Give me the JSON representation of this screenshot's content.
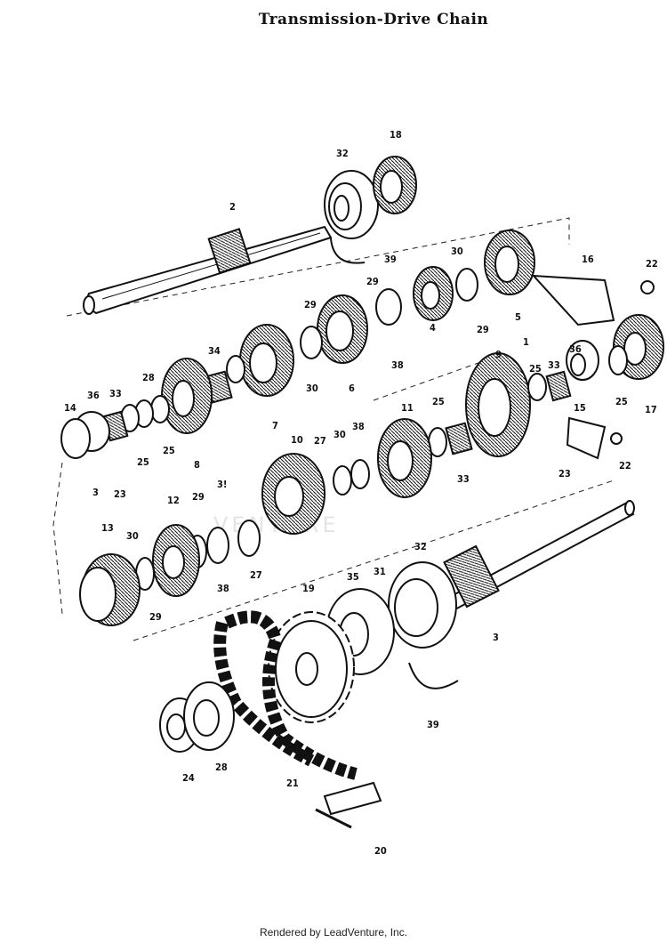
{
  "title": "Transmission-Drive Chain",
  "footer": "Rendered by LeadVenture, Inc.",
  "watermark": "VENTURE",
  "callouts": [
    {
      "id": "c-18a",
      "text": "18"
    },
    {
      "id": "c-32a",
      "text": "32"
    },
    {
      "id": "c-2",
      "text": "2"
    },
    {
      "id": "c-39a",
      "text": "39"
    },
    {
      "id": "c-30a",
      "text": "30"
    },
    {
      "id": "c-29a",
      "text": "29"
    },
    {
      "id": "c-16",
      "text": "16"
    },
    {
      "id": "c-22a",
      "text": "22"
    },
    {
      "id": "c-29b",
      "text": "29"
    },
    {
      "id": "c-34",
      "text": "34"
    },
    {
      "id": "c-5",
      "text": "5"
    },
    {
      "id": "c-36a",
      "text": "36"
    },
    {
      "id": "c-33a",
      "text": "33"
    },
    {
      "id": "c-28a",
      "text": "28"
    },
    {
      "id": "c-14",
      "text": "14"
    },
    {
      "id": "c-25a",
      "text": "25"
    },
    {
      "id": "c-25b",
      "text": "25"
    },
    {
      "id": "c-8",
      "text": "8"
    },
    {
      "id": "c-7",
      "text": "7"
    },
    {
      "id": "c-30b",
      "text": "30"
    },
    {
      "id": "c-6",
      "text": "6"
    },
    {
      "id": "c-38a",
      "text": "38"
    },
    {
      "id": "c-4",
      "text": "4"
    },
    {
      "id": "c-29c",
      "text": "29"
    },
    {
      "id": "c-1",
      "text": "1"
    },
    {
      "id": "c-9",
      "text": "9"
    },
    {
      "id": "c-25c",
      "text": "25"
    },
    {
      "id": "c-33b",
      "text": "33"
    },
    {
      "id": "c-36b",
      "text": "36"
    },
    {
      "id": "c-25d",
      "text": "25"
    },
    {
      "id": "c-17",
      "text": "17"
    },
    {
      "id": "c-15",
      "text": "15"
    },
    {
      "id": "c-25e",
      "text": "25"
    },
    {
      "id": "c-11",
      "text": "11"
    },
    {
      "id": "c-10",
      "text": "10"
    },
    {
      "id": "c-27a",
      "text": "27"
    },
    {
      "id": "c-30c",
      "text": "30"
    },
    {
      "id": "c-38b",
      "text": "38"
    },
    {
      "id": "c-33c",
      "text": "33"
    },
    {
      "id": "c-23a",
      "text": "23"
    },
    {
      "id": "c-22b",
      "text": "22"
    },
    {
      "id": "c-3a",
      "text": "3"
    },
    {
      "id": "c-23b",
      "text": "23"
    },
    {
      "id": "c-12",
      "text": "12"
    },
    {
      "id": "c-29d",
      "text": "29"
    },
    {
      "id": "c-38c",
      "text": "3!"
    },
    {
      "id": "c-13",
      "text": "13"
    },
    {
      "id": "c-30d",
      "text": "30"
    },
    {
      "id": "c-32b",
      "text": "32"
    },
    {
      "id": "c-27b",
      "text": "27"
    },
    {
      "id": "c-38d",
      "text": "38"
    },
    {
      "id": "c-19",
      "text": "19"
    },
    {
      "id": "c-35",
      "text": "35"
    },
    {
      "id": "c-31",
      "text": "31"
    },
    {
      "id": "c-29e",
      "text": "29"
    },
    {
      "id": "c-3b",
      "text": "3"
    },
    {
      "id": "c-39b",
      "text": "39"
    },
    {
      "id": "c-24",
      "text": "24"
    },
    {
      "id": "c-28b",
      "text": "28"
    },
    {
      "id": "c-21",
      "text": "21"
    },
    {
      "id": "c-20",
      "text": "20"
    }
  ]
}
